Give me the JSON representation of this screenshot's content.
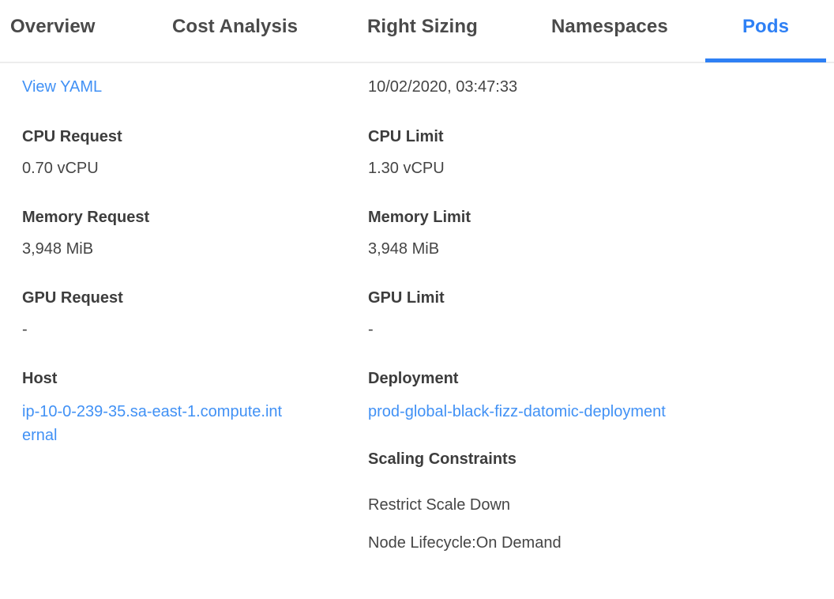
{
  "tabs": {
    "items": [
      {
        "label": "Overview",
        "active": false
      },
      {
        "label": "Cost Analysis",
        "active": false
      },
      {
        "label": "Right Sizing",
        "active": false
      },
      {
        "label": "Namespaces",
        "active": false
      },
      {
        "label": "Pods",
        "active": true
      }
    ]
  },
  "details": {
    "view_yaml_label": "View YAML",
    "timestamp": "10/02/2020, 03:47:33",
    "fields": {
      "cpu_request": {
        "label": "CPU Request",
        "value": "0.70 vCPU"
      },
      "cpu_limit": {
        "label": "CPU Limit",
        "value": "1.30 vCPU"
      },
      "memory_request": {
        "label": "Memory Request",
        "value": "3,948 MiB"
      },
      "memory_limit": {
        "label": "Memory Limit",
        "value": "3,948 MiB"
      },
      "gpu_request": {
        "label": "GPU Request",
        "value": "-"
      },
      "gpu_limit": {
        "label": "GPU Limit",
        "value": "-"
      },
      "host": {
        "label": "Host",
        "value": "ip-10-0-239-35.sa-east-1.compute.internal"
      },
      "deployment": {
        "label": "Deployment",
        "value": "prod-global-black-fizz-datomic-deployment"
      }
    },
    "scaling_constraints": {
      "label": "Scaling Constraints",
      "items": [
        "Restrict Scale Down",
        "Node Lifecycle:On Demand"
      ]
    }
  },
  "colors": {
    "active_tab_blue": "#2e80f5",
    "link_blue": "#4191f5",
    "tab_text": "#4a4a4a",
    "label_text": "#3d3d3d",
    "value_text": "#454545",
    "divider": "#ededed"
  }
}
